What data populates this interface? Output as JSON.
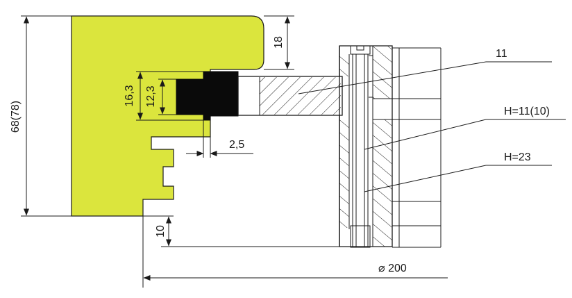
{
  "colors": {
    "workpiece": "#dbe53d",
    "knife": "#0a0a0a",
    "line": "#1a1a1a",
    "background": "#ffffff"
  },
  "dimensions": {
    "overall_height": "68(78)",
    "top_height": "18",
    "outer_profile_height": "16,3",
    "inner_profile_height": "12,3",
    "projection": "2,5",
    "bottom_offset": "10",
    "diameter": "⌀ 200"
  },
  "callouts": {
    "part_number": "11",
    "knife_height_1": "H=11(10)",
    "knife_height_2": "H=23"
  }
}
